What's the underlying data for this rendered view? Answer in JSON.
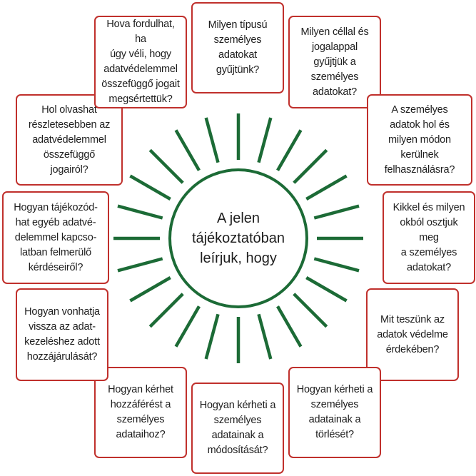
{
  "colors": {
    "box_border": "#c0302c",
    "ray": "#1c6b36",
    "circle_border": "#1c6b36",
    "text": "#1e1e1e"
  },
  "center_text": "A jelen\ntájékoztatóban\nleírjuk, hogy",
  "boxes": [
    {
      "id": "top",
      "text": "Milyen típusú\nszemélyes\nadatokat\ngyűjtünk?"
    },
    {
      "id": "top-right-1",
      "text": "Milyen céllal és\njogalappal\ngyűjtjük a\nszemélyes\nadatokat?"
    },
    {
      "id": "right-upper",
      "text": "A személyes\nadatok hol és\nmilyen módon\nkerülnek\nfelhasználásra?"
    },
    {
      "id": "right",
      "text": "Kikkel és milyen\nokból osztjuk meg\na személyes\nadatokat?"
    },
    {
      "id": "right-lower",
      "text": "Mit teszünk az\nadatok védelme\nérdekében?"
    },
    {
      "id": "bottom-right",
      "text": "Hogyan kérheti a\nszemélyes\nadatainak a\ntörlését?"
    },
    {
      "id": "bottom",
      "text": "Hogyan kérheti a\nszemélyes\nadatainak a\nmódosítását?"
    },
    {
      "id": "bottom-left",
      "text": "Hogyan kérhet\nhozzáférést a\nszemélyes\nadataihoz?"
    },
    {
      "id": "left-lower",
      "text": "Hogyan vonhatja\nvissza az adat-\nkezeléshez adott\nhozzájárulását?"
    },
    {
      "id": "left",
      "text": "Hogyan tájékozód-\nhat egyéb adatvé-\ndelemmel kapcso-\nlatban felmerülő\nkérdéseiről?"
    },
    {
      "id": "left-upper",
      "text": "Hol olvashat\nrészletesebben az\nadatvédelemmel\nösszefüggő\njogairól?"
    },
    {
      "id": "top-left",
      "text": "Hova fordulhat, ha\núgy véli, hogy\nadatvédelemmel\nösszefüggő jogait\nmegsértettük?"
    }
  ]
}
